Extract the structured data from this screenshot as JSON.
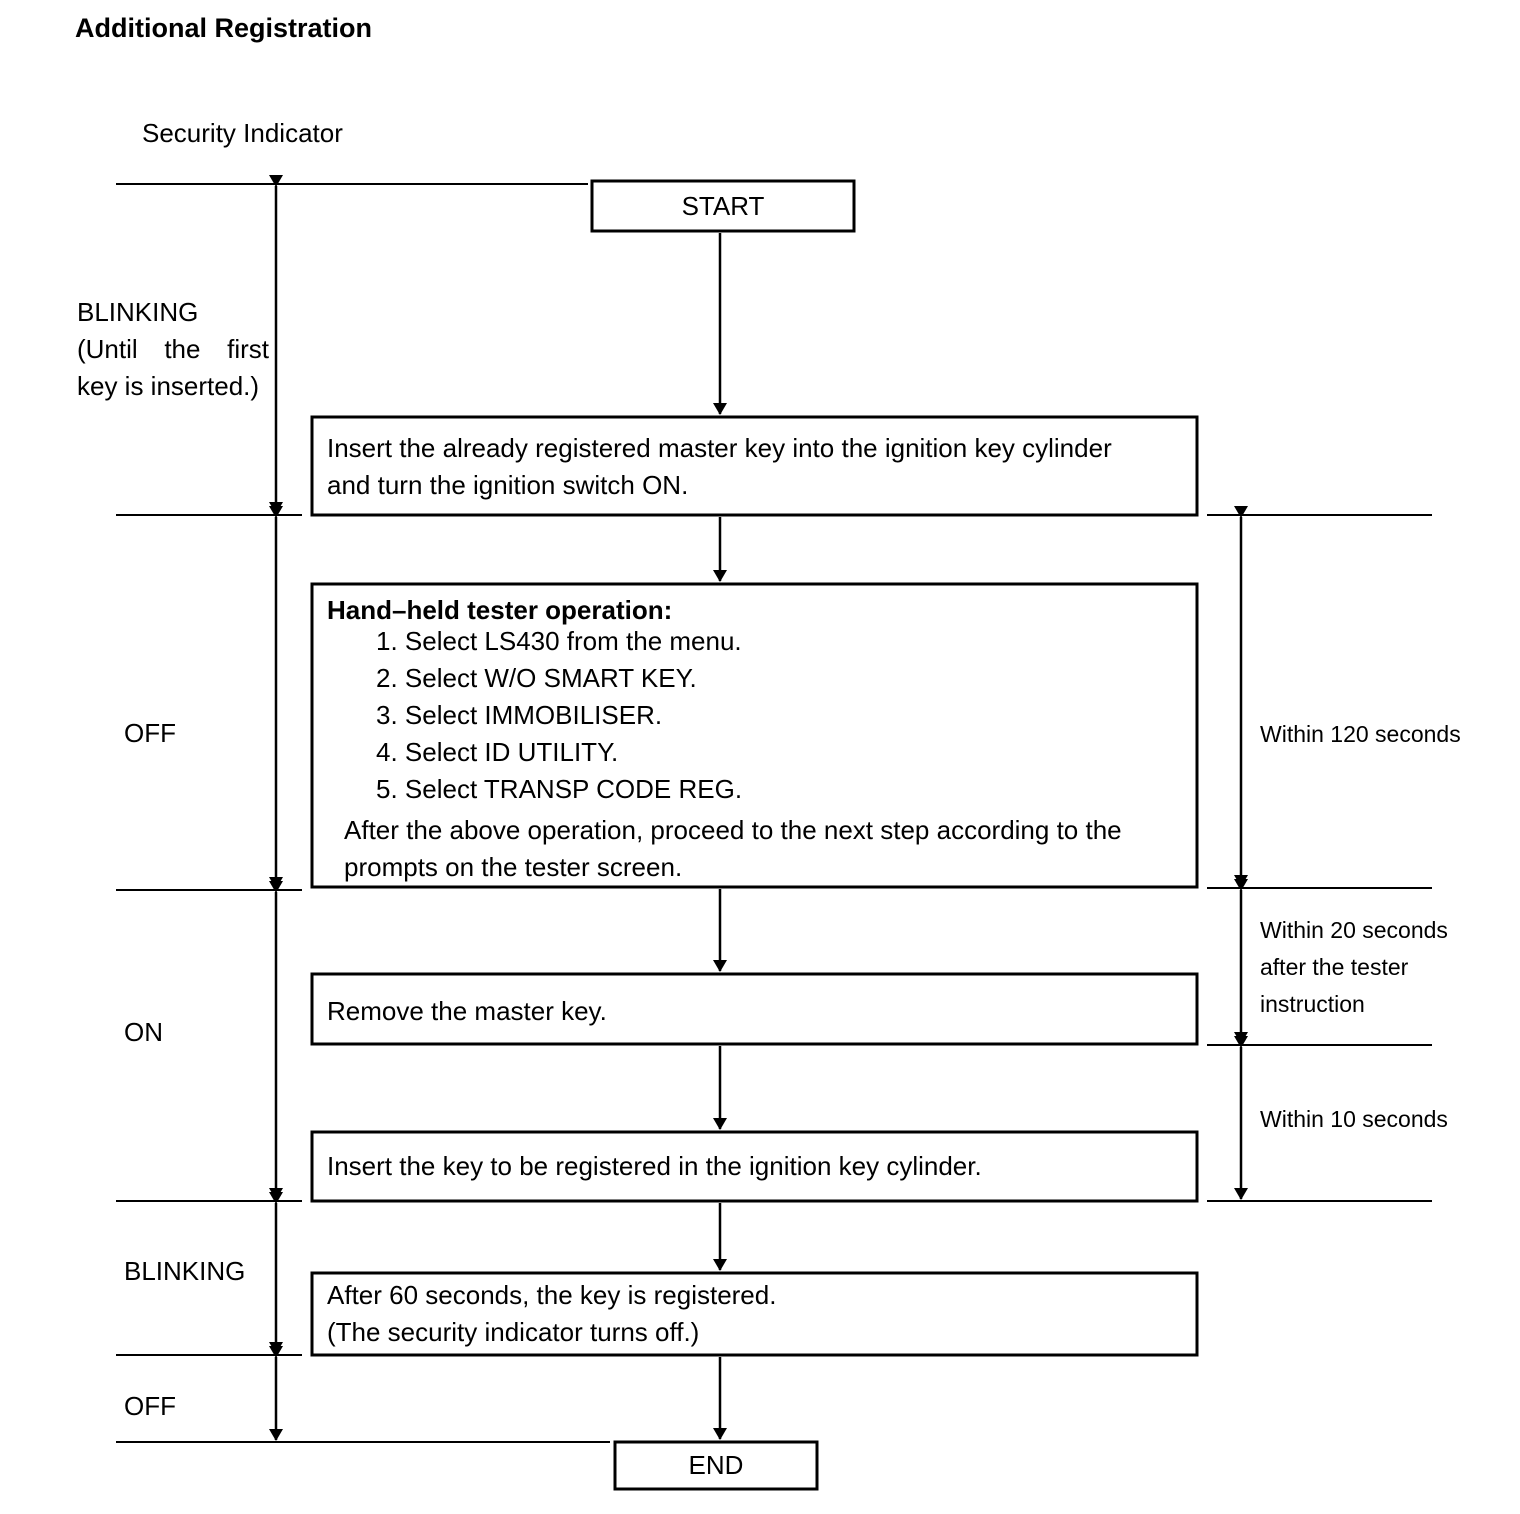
{
  "title": "Additional Registration",
  "indicator_heading": "Security Indicator",
  "indicator_states": [
    {
      "label_lines": [
        "BLINKING",
        "(Until the first",
        "key is inserted.)"
      ]
    },
    {
      "label_lines": [
        "OFF"
      ]
    },
    {
      "label_lines": [
        "ON"
      ]
    },
    {
      "label_lines": [
        "BLINKING"
      ]
    },
    {
      "label_lines": [
        "OFF"
      ]
    }
  ],
  "steps": {
    "start": "START",
    "insert_master": [
      "Insert the already registered master key into the ignition key cylinder",
      "and turn the ignition switch ON."
    ],
    "tester_heading": "Hand–held tester operation:",
    "tester_items": [
      "1. Select LS430 from the menu.",
      "2. Select W/O SMART KEY.",
      "3. Select IMMOBILISER.",
      "4. Select ID UTILITY.",
      "5. Select TRANSP CODE REG."
    ],
    "tester_after": [
      "After the above operation, proceed to the next step according to the",
      "prompts on the tester screen."
    ],
    "remove_master": "Remove the master key.",
    "insert_new": "Insert the key to be registered in the ignition key cylinder.",
    "registered": [
      "After 60 seconds, the key is registered.",
      "(The security indicator turns off.)"
    ],
    "end": "END"
  },
  "timings": [
    {
      "lines": [
        "Within 120 seconds"
      ]
    },
    {
      "lines": [
        "Within 20 seconds",
        "after the tester",
        "instruction"
      ]
    },
    {
      "lines": [
        "Within 10 seconds"
      ]
    }
  ]
}
